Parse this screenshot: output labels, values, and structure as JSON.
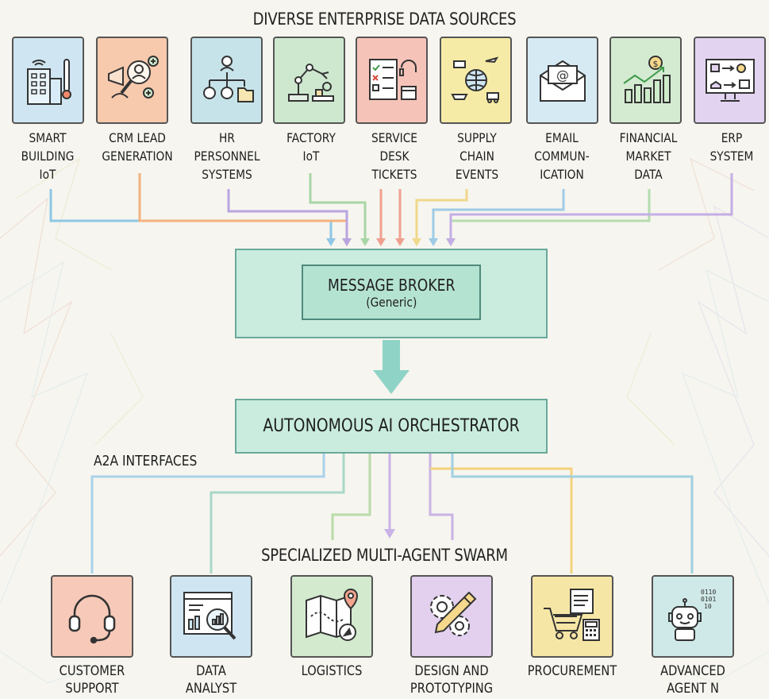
{
  "sources_heading": "DIVERSE ENTERPRISE DATA SOURCES",
  "sources": [
    {
      "label": "SMART\nBUILDING\nIoT",
      "icon": "smart-building-icon",
      "tile_color": "#cfe6f2",
      "wire_color": "#8fc7e6"
    },
    {
      "label": "CRM LEAD\nGENERATION",
      "icon": "crm-lead-icon",
      "tile_color": "#f7c9ad",
      "wire_color": "#f3b27f"
    },
    {
      "label": "HR\nPERSONNEL\nSYSTEMS",
      "icon": "hr-personnel-icon",
      "tile_color": "#c7e3ea",
      "wire_color": "#b9a4e0"
    },
    {
      "label": "FACTORY\nIoT",
      "icon": "factory-robot-icon",
      "tile_color": "#cde8cf",
      "wire_color": "#a8d6a6"
    },
    {
      "label": "SERVICE\nDESK\nTICKETS",
      "icon": "service-desk-icon",
      "tile_color": "#f6c3b9",
      "wire_color": "#f0a08f"
    },
    {
      "label": "SUPPLY\nCHAIN\nEVENTS",
      "icon": "supply-chain-icon",
      "tile_color": "#f5eba6",
      "wire_color": "#f0d88c"
    },
    {
      "label": "EMAIL\nCOMMUN-\nICATION",
      "icon": "email-icon",
      "tile_color": "#d6eaf4",
      "wire_color": "#9fcbe6"
    },
    {
      "label": "FINANCIAL\nMARKET\nDATA",
      "icon": "financial-chart-icon",
      "tile_color": "#d4ebd2",
      "wire_color": "#b5dcb0"
    },
    {
      "label": "ERP\nSYSTEM",
      "icon": "erp-system-icon",
      "tile_color": "#e2d4f0",
      "wire_color": "#c4aee4"
    }
  ],
  "broker": {
    "title": "MESSAGE BROKER",
    "subtitle": "(Generic)"
  },
  "orchestrator": {
    "title": "AUTONOMOUS AI ORCHESTRATOR"
  },
  "a2a_label": "A2A INTERFACES",
  "swarm_heading": "SPECIALIZED MULTI-AGENT SWARM",
  "agents": [
    {
      "label": "CUSTOMER\nSUPPORT",
      "icon": "headset-icon",
      "tile_color": "#f6c9b8",
      "wire_color": "#a9d2ea"
    },
    {
      "label": "DATA\nANALYST",
      "icon": "data-analyst-icon",
      "tile_color": "#cfe6f2",
      "wire_color": "#a9d8c8"
    },
    {
      "label": "LOGISTICS",
      "icon": "logistics-map-icon",
      "tile_color": "#d3eacf",
      "wire_color": "#b9dba8"
    },
    {
      "label": "DESIGN AND\nPROTOTYPING",
      "icon": "design-gears-icon",
      "tile_color": "#e2d0ee",
      "wire_color": "#c9b3e6"
    },
    {
      "label": "PROCUREMENT",
      "icon": "procurement-cart-icon",
      "tile_color": "#f6e6a6",
      "wire_color": "#f3d27c"
    },
    {
      "label": "ADVANCED\nAGENT N",
      "icon": "robot-agent-icon",
      "tile_color": "#cfe9e8",
      "wire_color": "#9fd0e0"
    }
  ],
  "colors": {
    "background": "#f6f5ef",
    "box_fill": "#c9ecde",
    "box_border": "#6aa89a",
    "main_arrow": "#8fd3c6"
  }
}
